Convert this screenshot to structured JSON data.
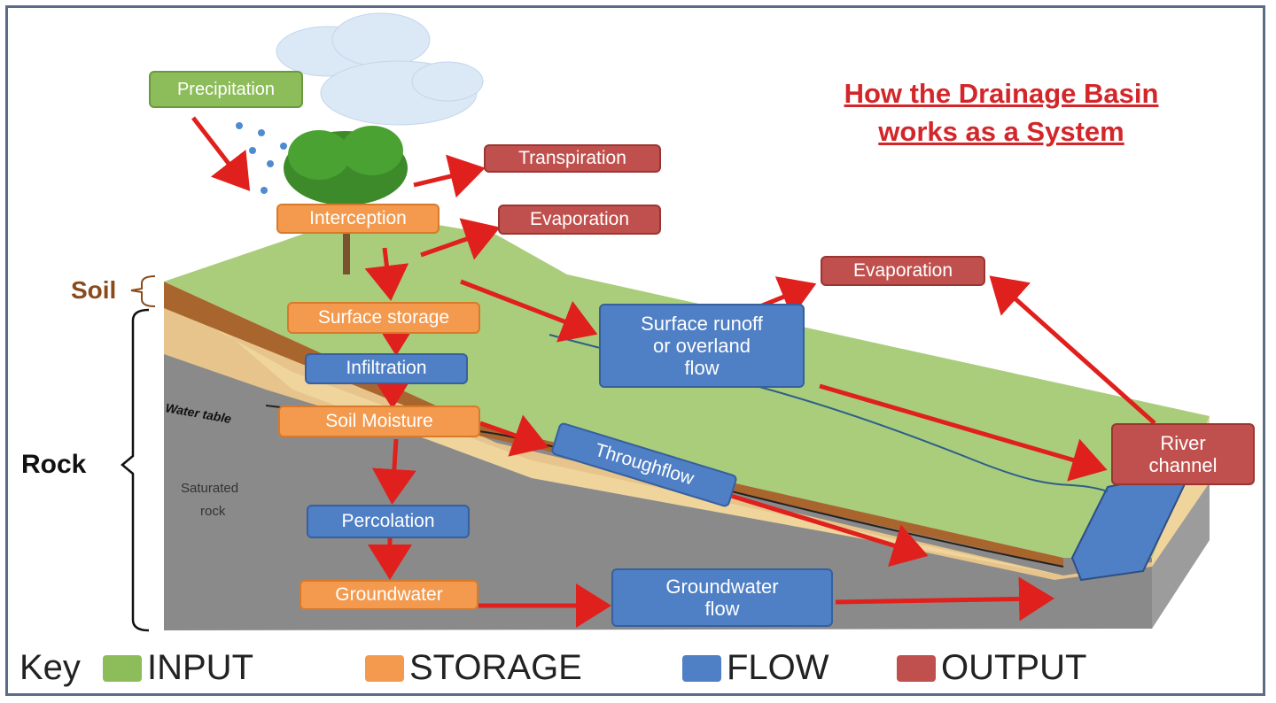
{
  "title": {
    "line1": "How the Drainage Basin",
    "line2": "works as a System"
  },
  "side_labels": {
    "soil": "Soil",
    "rock": "Rock"
  },
  "annotations": {
    "water_table": "Water table",
    "saturated_rock_1": "Saturated",
    "saturated_rock_2": "rock"
  },
  "boxes": {
    "precipitation": "Precipitation",
    "transpiration": "Transpiration",
    "interception": "Interception",
    "evaporation_1": "Evaporation",
    "evaporation_2": "Evaporation",
    "surface_storage": "Surface storage",
    "infiltration": "Infiltration",
    "soil_moisture": "Soil Moisture",
    "percolation": "Percolation",
    "groundwater": "Groundwater",
    "surface_runoff_1": "Surface runoff",
    "surface_runoff_2": "or overland",
    "surface_runoff_3": "flow",
    "throughflow": "Throughflow",
    "groundwater_flow_1": "Groundwater",
    "groundwater_flow_2": "flow",
    "river_channel_1": "River",
    "river_channel_2": "channel"
  },
  "key": {
    "label": "Key",
    "input": "INPUT",
    "storage": "STORAGE",
    "flow": "FLOW",
    "output": "OUTPUT"
  },
  "colors": {
    "input": "#8dbd5a",
    "storage": "#f49a4e",
    "flow": "#4f7fc4",
    "output": "#c0504d",
    "arrow": "#e0201c",
    "title": "#d3262a"
  }
}
